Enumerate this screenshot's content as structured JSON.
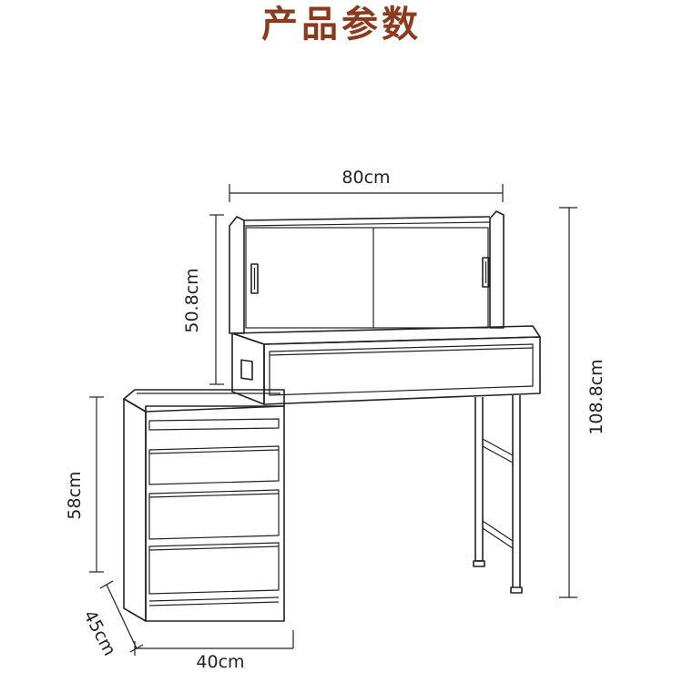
{
  "title": "产品参数",
  "dimensions": {
    "width_top": "80cm",
    "hutch_height": "50.8cm",
    "total_height": "108.8cm",
    "cabinet_height": "58cm",
    "cabinet_depth": "45cm",
    "cabinet_width": "40cm"
  }
}
